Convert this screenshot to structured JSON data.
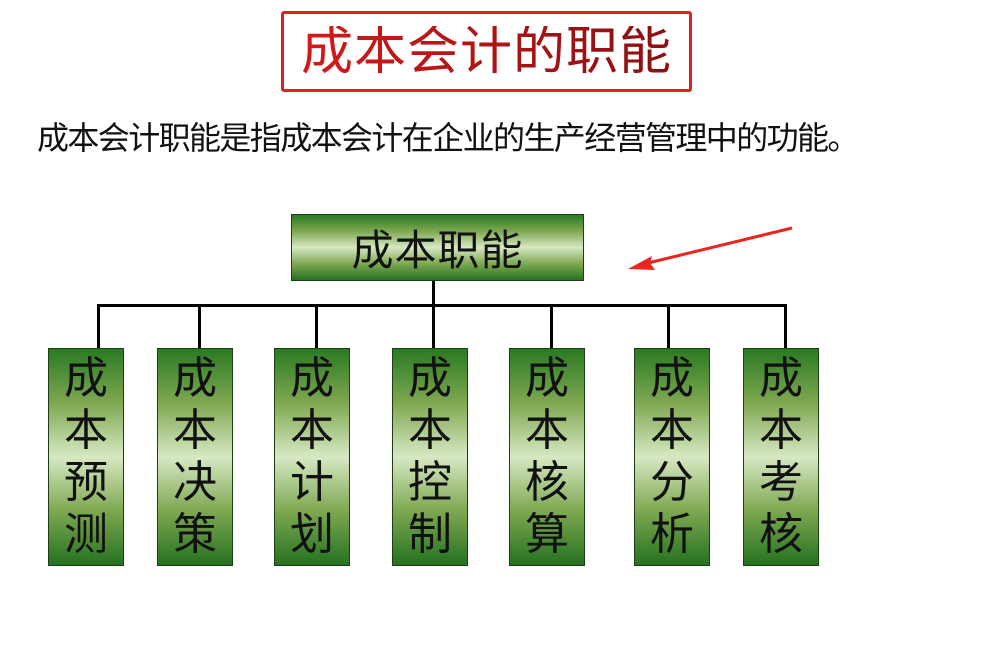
{
  "title": "成本会计的职能",
  "subtitle": "成本会计职能是指成本会计在企业的生产经营管理中的功能。",
  "diagram": {
    "root": "成本职能",
    "children": [
      {
        "chars": [
          "成",
          "本",
          "预",
          "测"
        ],
        "label": "成本预测"
      },
      {
        "chars": [
          "成",
          "本",
          "决",
          "策"
        ],
        "label": "成本决策"
      },
      {
        "chars": [
          "成",
          "本",
          "计",
          "划"
        ],
        "label": "成本计划"
      },
      {
        "chars": [
          "成",
          "本",
          "控",
          "制"
        ],
        "label": "成本控制"
      },
      {
        "chars": [
          "成",
          "本",
          "核",
          "算"
        ],
        "label": "成本核算"
      },
      {
        "chars": [
          "成",
          "本",
          "分",
          "析"
        ],
        "label": "成本分析"
      },
      {
        "chars": [
          "成",
          "本",
          "考",
          "核"
        ],
        "label": "成本考核"
      }
    ]
  },
  "annotation": {
    "arrow_color": "#e8261e",
    "points_to": "成本职能"
  },
  "colors": {
    "title": "#c0151b",
    "title_border": "#d9261c",
    "box_dark": "#2a7a22",
    "box_light": "#d7e8c3"
  }
}
